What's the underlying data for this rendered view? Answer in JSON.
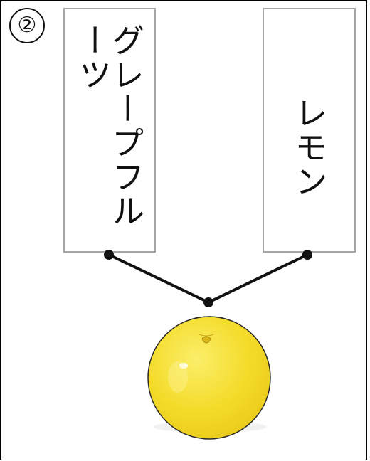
{
  "question_number": "②",
  "cards": {
    "left": {
      "label": "グレープフルーツ"
    },
    "right": {
      "label": "レモン"
    }
  },
  "picture": {
    "fruit": "yellow-citrus-fruit"
  },
  "colors": {
    "fruit_fill": "#f3dc2c",
    "fruit_outline": "#2a2a2a",
    "card_border": "#a6a6a6"
  }
}
